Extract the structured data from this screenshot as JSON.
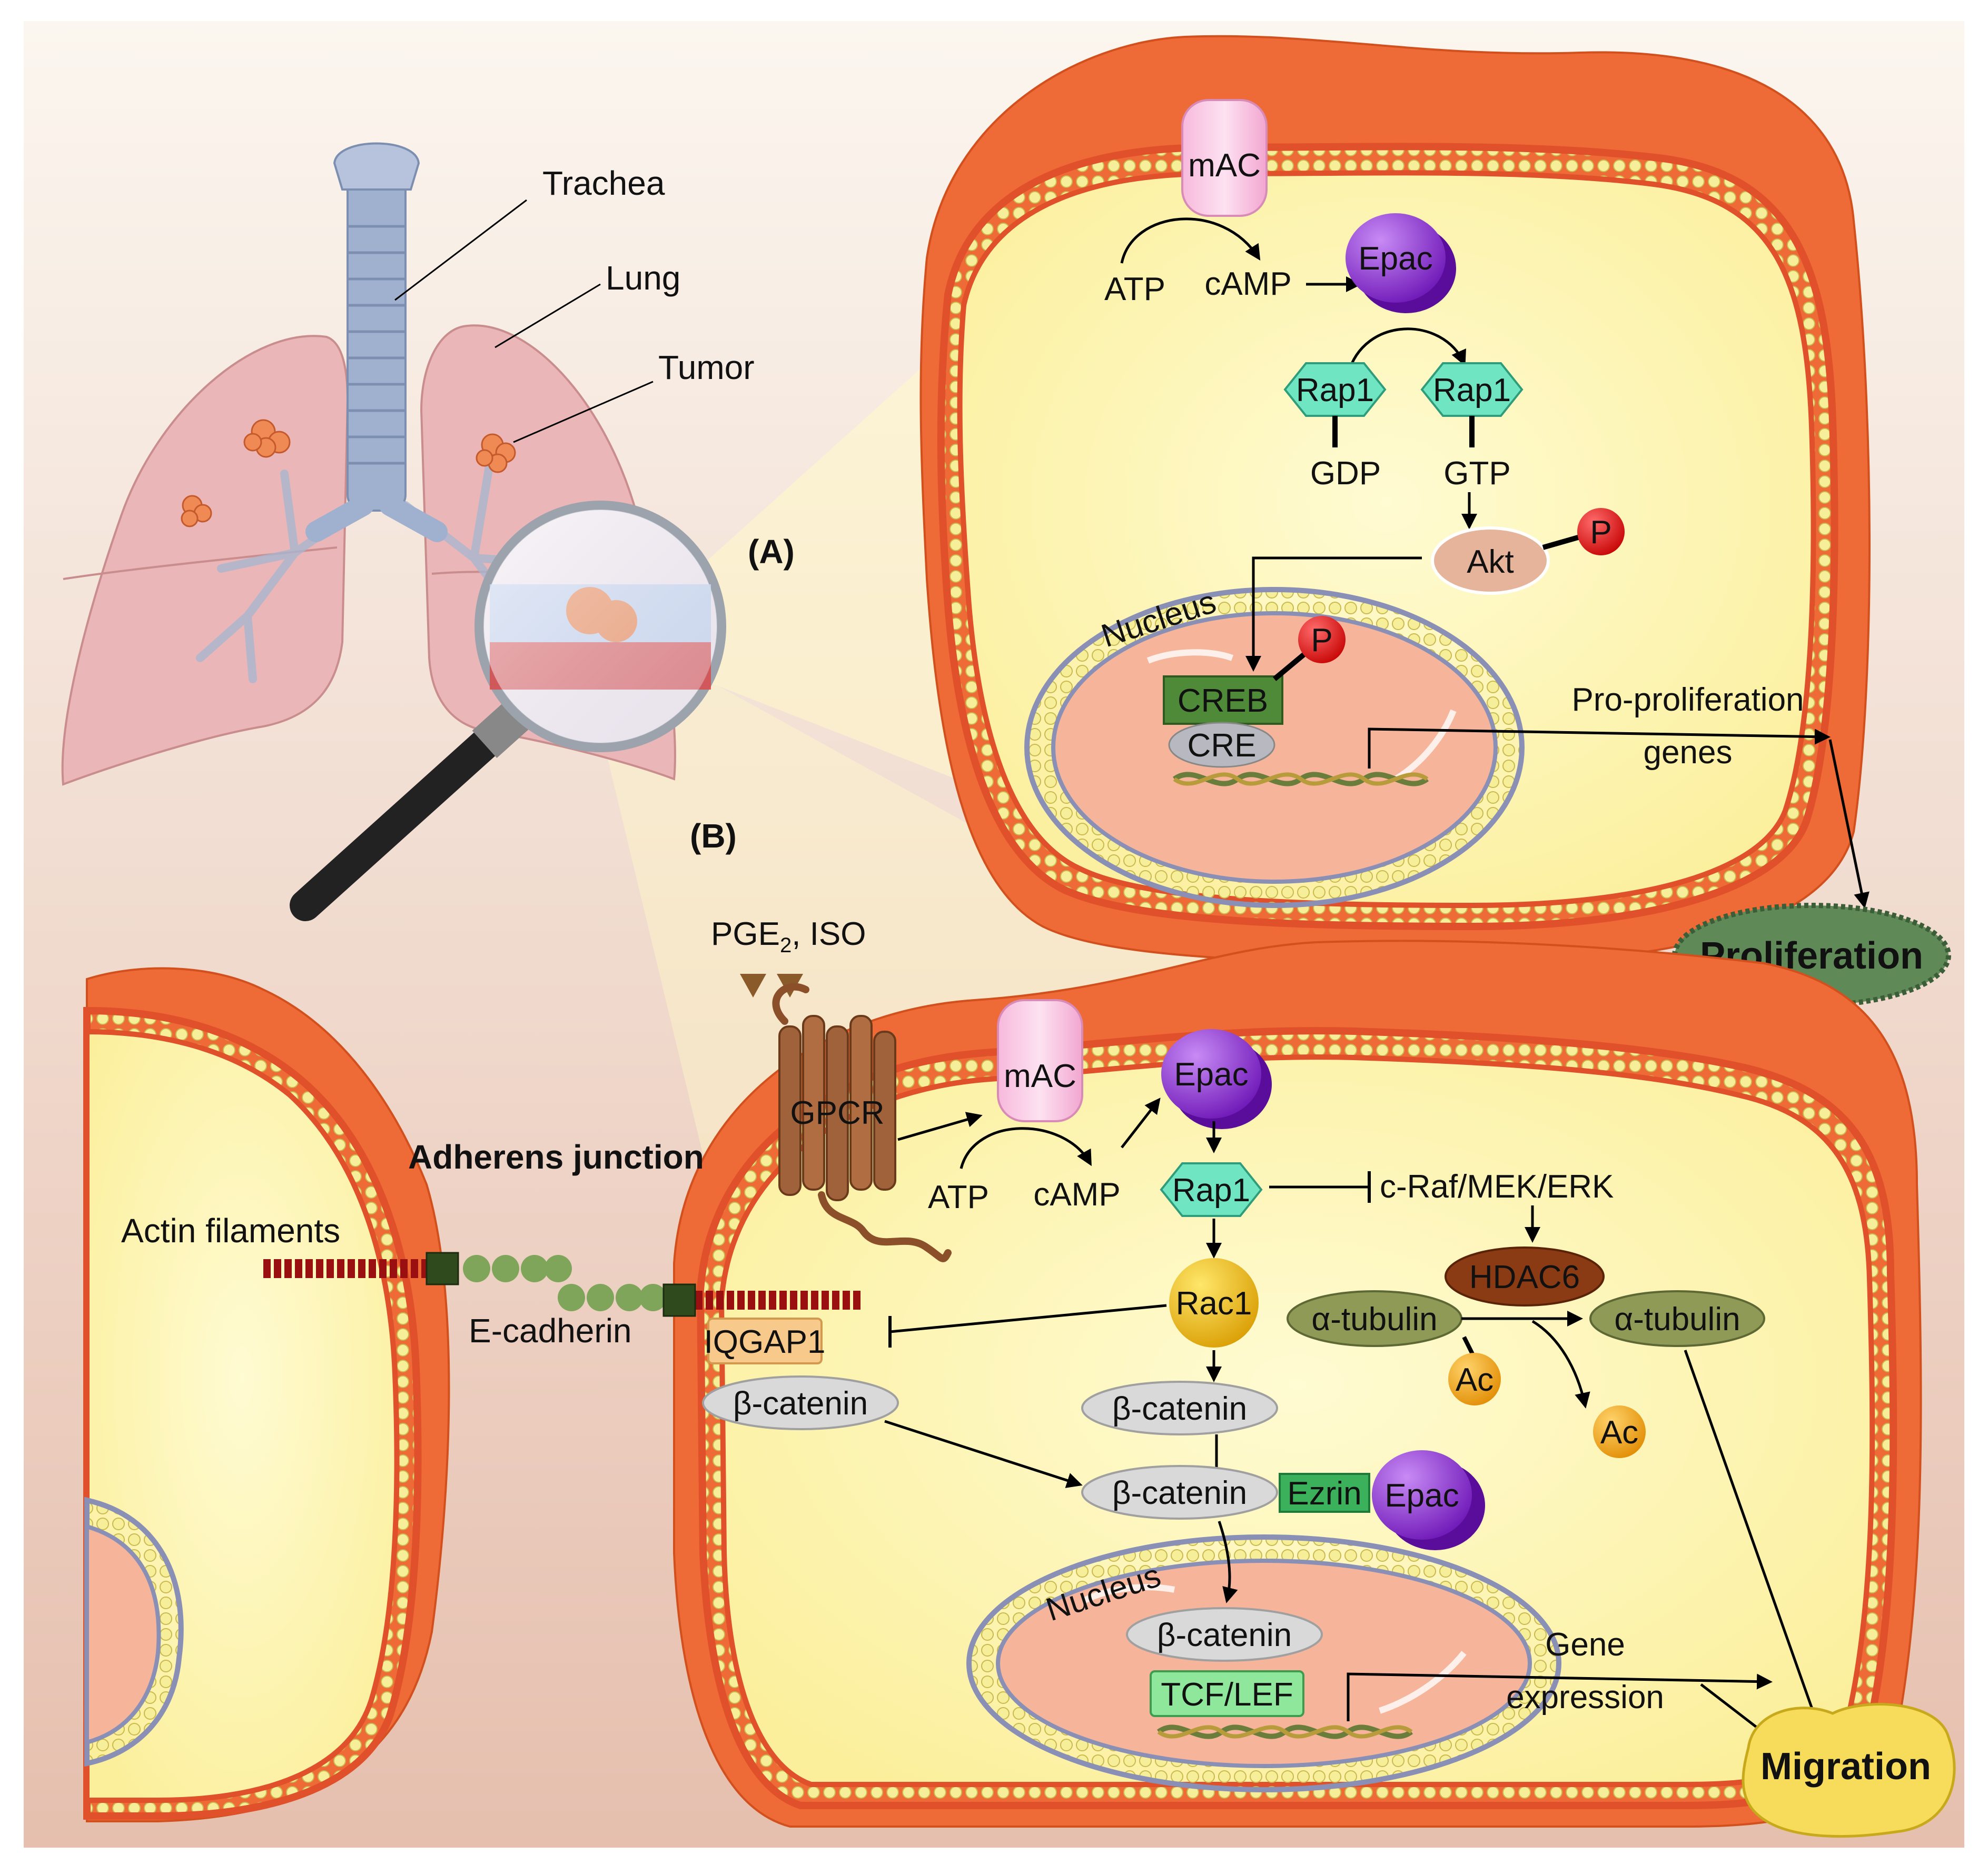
{
  "colors": {
    "background_top": "#fbf6ef",
    "background_bottom": "#e7c2b0",
    "cell_cytoplasm": "#fdf7b8",
    "cell_membrane_outer": "#ef6a37",
    "membrane_bead": "#f7ee9a",
    "nucleus": "#f5b49a",
    "lung": "#eab6b7",
    "trachea": "#9fb1cf",
    "epac": "#8a2fd1",
    "rap1": "#6fe6c1",
    "akt": "#e6b49a",
    "creb": "#4e8a37",
    "phospho": "#e02323",
    "rac1": "#f4c20d",
    "tubulin": "#8e9a55",
    "ac": "#f0a21b",
    "hdac6": "#8b3b14",
    "iqgap1": "#f7c98a",
    "catenin": "#d9d9d9",
    "ezrin": "#3bb15c",
    "tcf_lef": "#8fe79c",
    "actin": "#c9201e",
    "ecadherin_bead": "#7ea55a",
    "gpcr": "#a0623a",
    "proliferation": "#5f8a58",
    "migration": "#f6dc5a"
  },
  "anatomy": {
    "trachea": "Trachea",
    "lung": "Lung",
    "tumor": "Tumor"
  },
  "panel_a": {
    "label": "(A)",
    "mac": "mAC",
    "atp": "ATP",
    "camp": "cAMP",
    "epac": "Epac",
    "rap1_left": "Rap1",
    "rap1_right": "Rap1",
    "gdp": "GDP",
    "gtp": "GTP",
    "akt": "Akt",
    "phospho_akt": "P",
    "nucleus": "Nucleus",
    "creb": "CREB",
    "phospho_creb": "P",
    "cre": "CRE",
    "genes_line1": "Pro-proliferation",
    "genes_line2": "genes",
    "outcome": "Proliferation"
  },
  "panel_b": {
    "label": "(B)",
    "ligand_prefix": "PGE",
    "ligand_subscript": "2",
    "ligand_suffix": ", ISO",
    "gpcr": "GPCR",
    "mac": "mAC",
    "atp": "ATP",
    "camp": "cAMP",
    "epac_top": "Epac",
    "rap1": "Rap1",
    "raf_mek_erk": "c-Raf/MEK/ERK",
    "hdac6": "HDAC6",
    "adherens": "Adherens junction",
    "actin": "Actin filaments",
    "ecadherin": "E-cadherin",
    "iqgap1": "IQGAP1",
    "catenin_membrane": "β-catenin",
    "rac1": "Rac1",
    "tubulin_left": "α-tubulin",
    "tubulin_right": "α-tubulin",
    "ac_bound": "Ac",
    "ac_free": "Ac",
    "catenin_mid": "β-catenin",
    "catenin_complex": "β-catenin",
    "ezrin": "Ezrin",
    "epac_complex": "Epac",
    "nucleus": "Nucleus",
    "catenin_nuclear": "β-catenin",
    "tcf_lef": "TCF/LEF",
    "gene_line1": "Gene",
    "gene_line2": "expression",
    "outcome": "Migration"
  }
}
